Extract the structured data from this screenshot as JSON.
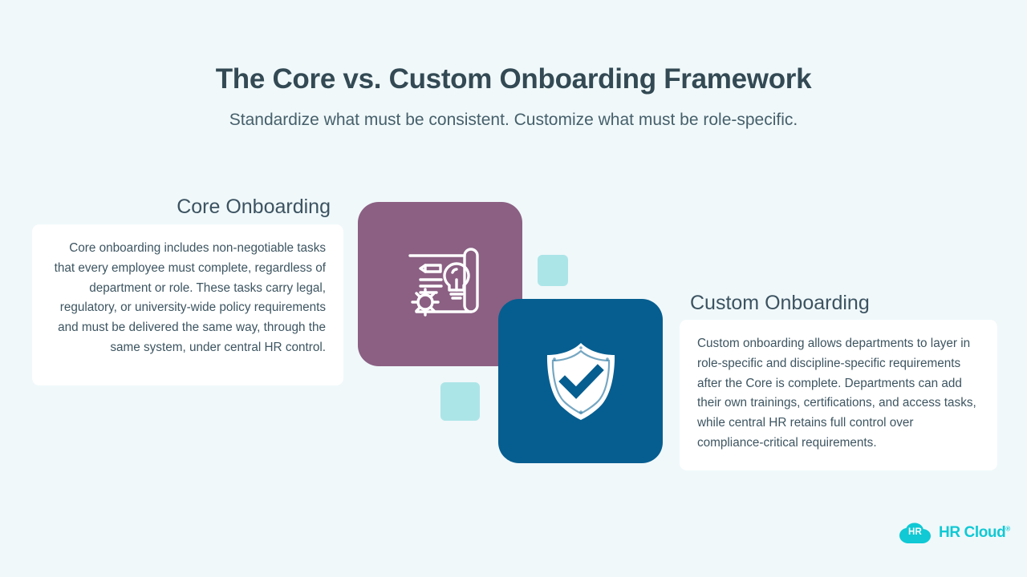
{
  "theme": {
    "background": "#f0f8fa",
    "heading_color": "#334a54",
    "body_text_color": "#3d5561",
    "core_tile_color": "#8b6083",
    "custom_tile_color": "#065e90",
    "accent_square_color": "#ace5e8",
    "brand_color": "#10c9d4"
  },
  "header": {
    "title": "The Core vs. Custom Onboarding Framework",
    "subtitle": "Standardize what must be consistent. Customize what must be role-specific."
  },
  "sections": [
    {
      "heading": "Core Onboarding",
      "body": "Core onboarding includes non-negotiable tasks that every employee must complete, regardless of department or role. These tasks carry legal, regulatory, or university-wide policy requirements and must be delivered the same way, through the same system, under central HR control.",
      "icon": "blueprint-plan-icon",
      "tile_color": "#8b6083"
    },
    {
      "heading": "Custom Onboarding",
      "body": "Custom onboarding allows departments to layer in role-specific and discipline-specific requirements after the Core is complete. Departments can add their own trainings, certifications, and access tasks, while central HR retains full control over compliance-critical requirements.",
      "icon": "shield-check-icon",
      "tile_color": "#065e90"
    }
  ],
  "decor": {
    "squares": [
      {
        "name": "accent-square-top"
      },
      {
        "name": "accent-square-bottom"
      }
    ]
  },
  "logo": {
    "mark_text": "HR",
    "wordmark": "HR Cloud",
    "trademark": "®"
  }
}
